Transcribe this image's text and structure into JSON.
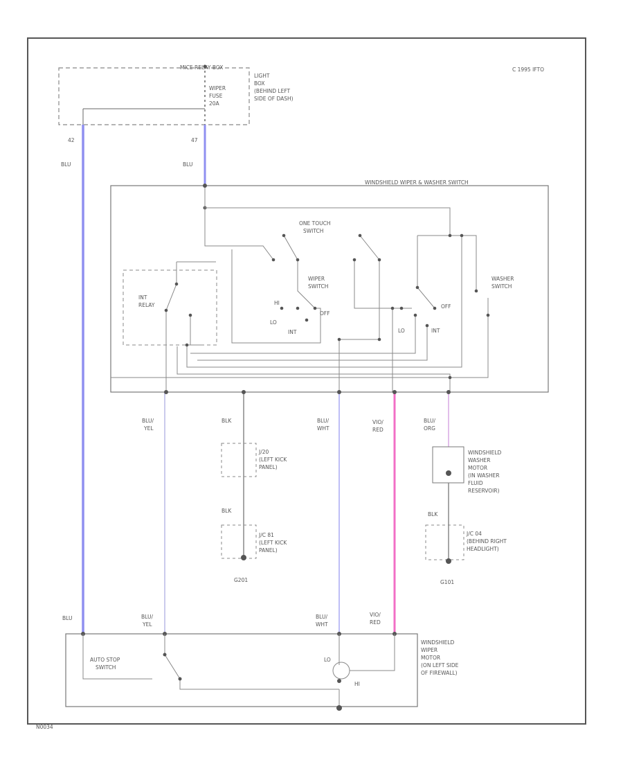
{
  "copyright": "C 1995 IFTO",
  "fuse_box": {
    "title": "MICE RELAY BOX",
    "desc": [
      "LIGHT",
      "BOX",
      "(BEHIND LEFT",
      "SIDE OF DASH)"
    ],
    "fuse": [
      "WIPER",
      "FUSE",
      "20A"
    ],
    "pin_left": "42",
    "pin_right": "47"
  },
  "switch": {
    "title": "WINDSHIELD WIPER & WASHER SWITCH",
    "one_touch": [
      "ONE TOUCH",
      "SWITCH"
    ],
    "wiper_switch": [
      "WIPER",
      "SWITCH"
    ],
    "washer_switch": [
      "WASHER",
      "SWITCH"
    ],
    "int_relay": [
      "INT",
      "RELAY"
    ],
    "positions": {
      "hi": "HI",
      "lo": "LO",
      "off": "OFF",
      "int": "INT",
      "off2": "OFF",
      "lo2": "LO",
      "int2": "INT"
    }
  },
  "wires": {
    "blu_left": "BLU",
    "blu_top": "BLU",
    "blu_yel": [
      "BLU/",
      "YEL"
    ],
    "blk_1": "BLK",
    "blk_2": "BLK",
    "blu_wht": [
      "BLU/",
      "WHT"
    ],
    "vio_red": [
      "VIO/",
      "RED"
    ],
    "blu_org": [
      "BLU/",
      "ORG"
    ],
    "blk_3": "BLK",
    "bottom_blu": "BLU",
    "bottom_blu_yel": [
      "BLU/",
      "YEL"
    ],
    "bottom_blu_wht": [
      "BLU/",
      "WHT"
    ],
    "bottom_vio_red": [
      "VIO/",
      "RED"
    ]
  },
  "connectors": {
    "j1": [
      "J/20",
      "(LEFT KICK",
      "PANEL)"
    ],
    "j2": [
      "J/C 81",
      "(LEFT KICK",
      "PANEL)"
    ],
    "ground_1": "G201",
    "j3": [
      "J/C 04",
      "(BEHIND RIGHT",
      "HEADLIGHT)"
    ],
    "ground_2": "G101"
  },
  "washer_motor": [
    "WINDSHIELD",
    "WASHER",
    "MOTOR",
    "(IN WASHER",
    "FLUID",
    "RESERVOIR)"
  ],
  "wiper_motor": {
    "desc": [
      "WINDSHIELD",
      "WIPER",
      "MOTOR",
      "(ON LEFT SIDE",
      "OF FIREWALL)"
    ],
    "auto_stop": [
      "AUTO STOP",
      "SWITCH"
    ],
    "lo": "LO",
    "hi": "HI"
  },
  "figure_id": "N0034"
}
